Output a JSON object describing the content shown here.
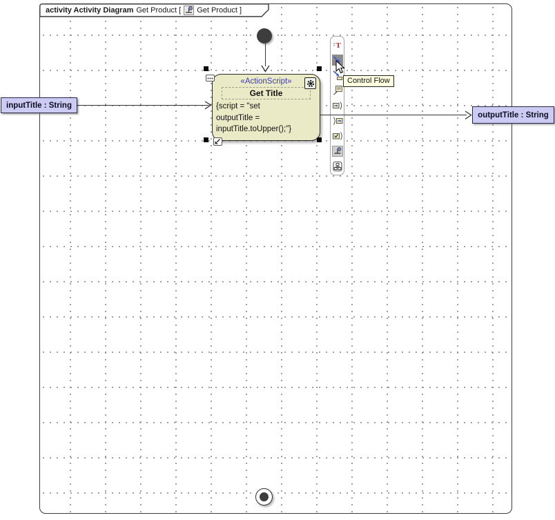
{
  "header": {
    "keyword": "activity Activity Diagram",
    "name": "Get Product [",
    "reference": "Get Product ]",
    "icon": "activity-diagram-icon"
  },
  "nodes": {
    "initial": {
      "type": "initial-node"
    },
    "final": {
      "type": "activity-final-node"
    },
    "input_parameter": {
      "label": "inputTitle : String"
    },
    "output_parameter": {
      "label": "outputTitle : String"
    },
    "action": {
      "stereotype": "«ActionScript»",
      "name": "Get Title",
      "body_line1": "{script = \"set",
      "body_line2": "outputTitle =",
      "body_line3": "inputTitle.toUpper();\"}"
    }
  },
  "palette": {
    "icons": [
      "text-tool-icon",
      "control-flow-icon",
      "object-flow-icon",
      "comment-icon",
      "send-signal-action-icon",
      "accept-event-action-icon",
      "accept-time-event-action-icon",
      "nested-activity-diagram-icon",
      "structured-activity-node-icon"
    ],
    "selected": "control-flow-icon"
  },
  "tooltip": {
    "text": "Control Flow"
  },
  "colors": {
    "action_fill": "#EAEAC6",
    "parameter_fill": "#CBCBF3",
    "stereotype_text": "#3A3ACC",
    "tooltip_bg": "#FFFFE1",
    "node_dark": "#3D3D3D",
    "grid_dot": "#8F8F8F"
  }
}
